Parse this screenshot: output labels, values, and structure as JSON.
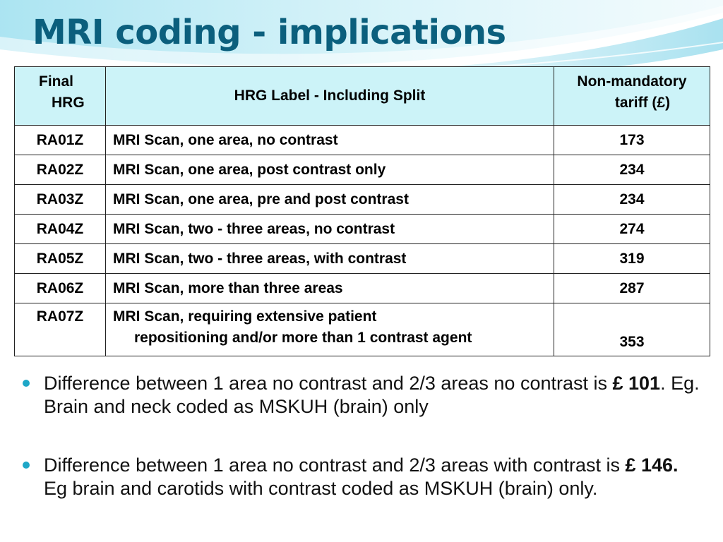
{
  "slide": {
    "title": "MRI coding - implications"
  },
  "table": {
    "headers": {
      "code_line1": "Final",
      "code_line2": "HRG",
      "label": "HRG Label - Including Split",
      "tariff_line1": "Non-mandatory",
      "tariff_line2": "tariff (£)"
    },
    "rows": [
      {
        "code": "RA01Z",
        "label": "MRI Scan, one area, no contrast",
        "tariff": "173"
      },
      {
        "code": "RA02Z",
        "label": "MRI Scan, one area, post contrast only",
        "tariff": "234"
      },
      {
        "code": "RA03Z",
        "label": "MRI Scan, one area, pre and post contrast",
        "tariff": "234"
      },
      {
        "code": "RA04Z",
        "label": "MRI Scan, two - three areas, no contrast",
        "tariff": "274"
      },
      {
        "code": "RA05Z",
        "label": "MRI Scan, two - three areas, with contrast",
        "tariff": "319"
      },
      {
        "code": "RA06Z",
        "label": "MRI Scan, more than three areas",
        "tariff": "287"
      },
      {
        "code": "RA07Z",
        "label_line1": "MRI Scan, requiring extensive patient",
        "label_line2": "repositioning and/or more than 1 contrast agent",
        "tariff": "353"
      }
    ]
  },
  "bullets": [
    {
      "before": "Difference between 1 area no contrast and 2/3 areas no contrast is ",
      "bold": "£ 101",
      "after": ".  Eg. Brain and neck coded as MSKUH (brain) only"
    },
    {
      "before": "Difference between 1 area no contrast and 2/3 areas with contrast is ",
      "bold": "£ 146.",
      "after": "  Eg brain and carotids with contrast coded as MSKUH (brain) only."
    }
  ],
  "colors": {
    "title": "#0b5f7d",
    "header_fill": "#ccf3f8",
    "bullet": "#1ea7c7",
    "swoosh": "#7fd3e8"
  }
}
